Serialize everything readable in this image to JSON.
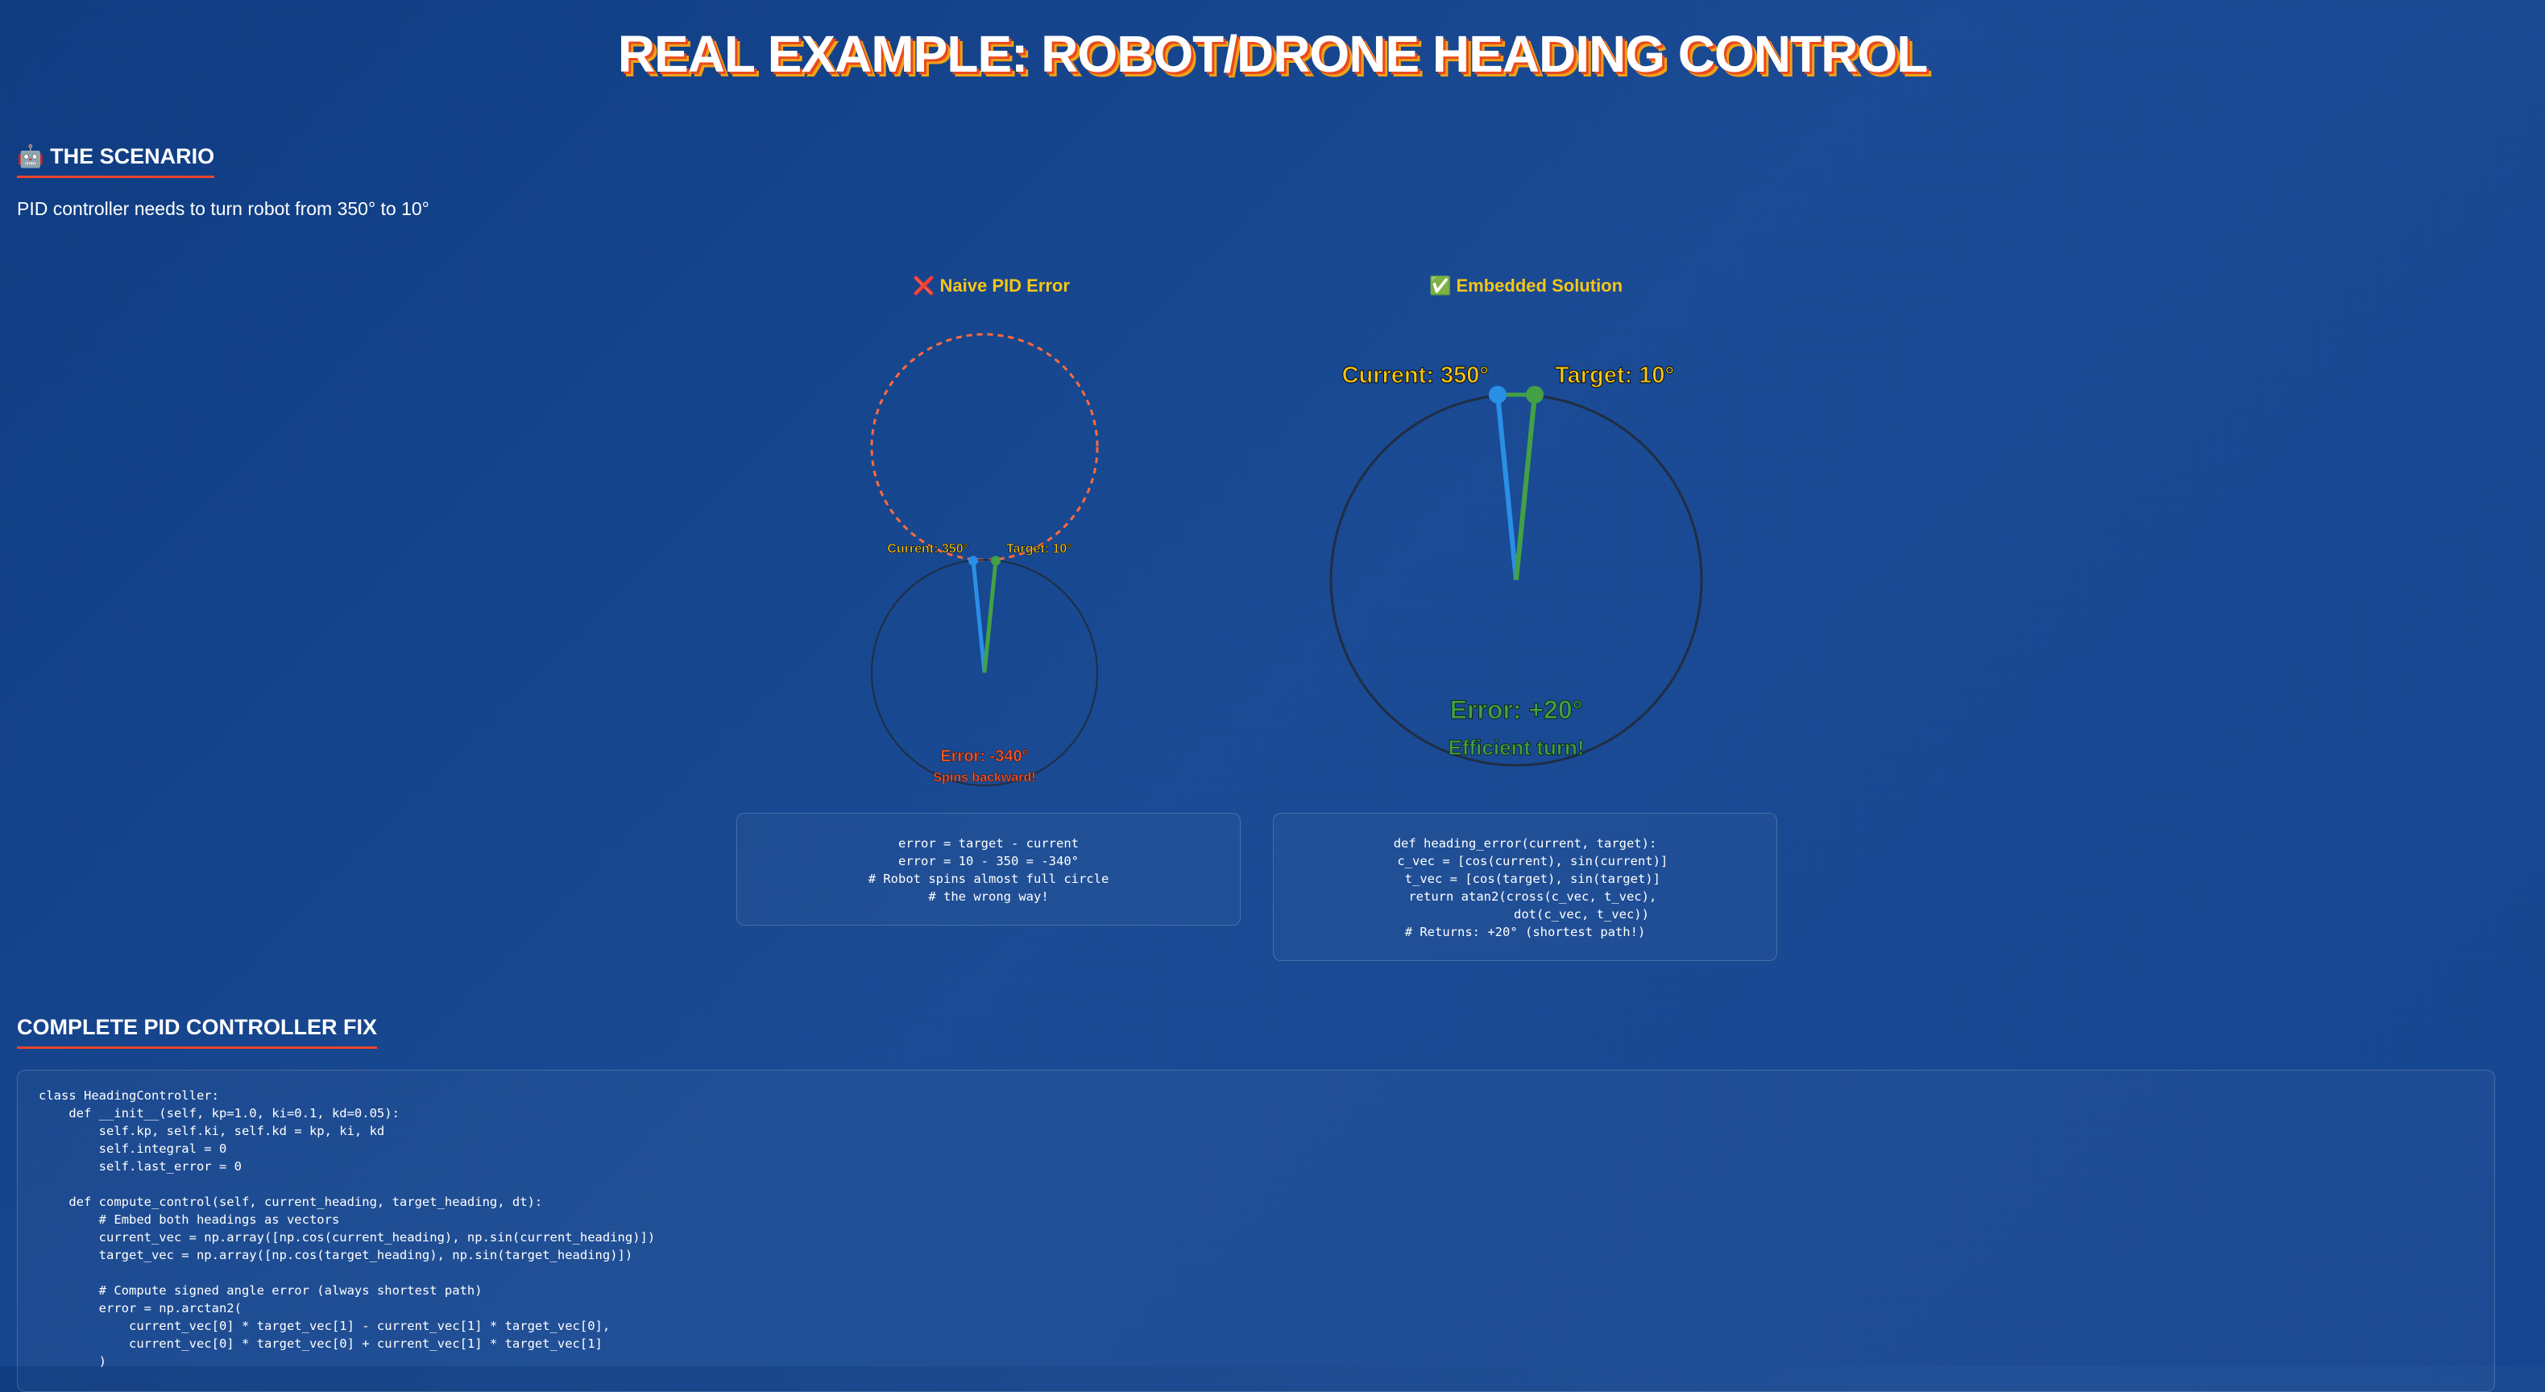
{
  "title": "REAL EXAMPLE: ROBOT/DRONE HEADING CONTROL",
  "scenario": {
    "heading": "🤖 THE SCENARIO",
    "text": "PID controller needs to turn robot from 350° to 10°"
  },
  "naive": {
    "label": "❌ Naive PID Error",
    "current_label": "Current: 350°",
    "target_label": "Target: 10°",
    "error_label": "Error: -340°",
    "note": "Spins backward!",
    "code": "error = target - current\nerror = 10 - 350 = -340°\n# Robot spins almost full circle\n# the wrong way!"
  },
  "embedded": {
    "label": "✅ Embedded Solution",
    "current_label": "Current: 350°",
    "target_label": "Target: 10°",
    "error_label": "Error: +20°",
    "note": "Efficient turn!",
    "code": "def heading_error(current, target):\n  c_vec = [cos(current), sin(current)]\n  t_vec = [cos(target), sin(target)]\n  return atan2(cross(c_vec, t_vec),\n               dot(c_vec, t_vec))\n# Returns: +20° (shortest path!)"
  },
  "fix": {
    "heading": "COMPLETE PID CONTROLLER FIX",
    "code": "class HeadingController:\n    def __init__(self, kp=1.0, ki=0.1, kd=0.05):\n        self.kp, self.ki, self.kd = kp, ki, kd\n        self.integral = 0\n        self.last_error = 0\n\n    def compute_control(self, current_heading, target_heading, dt):\n        # Embed both headings as vectors\n        current_vec = np.array([np.cos(current_heading), np.sin(current_heading)])\n        target_vec = np.array([np.cos(target_heading), np.sin(target_heading)])\n\n        # Compute signed angle error (always shortest path)\n        error = np.arctan2(\n            current_vec[0] * target_vec[1] - current_vec[1] * target_vec[0],\n            current_vec[0] * target_vec[0] + current_vec[1] * target_vec[1]\n        )"
  },
  "colors": {
    "current": "#2a8fe6",
    "target": "#43a047",
    "error_red": "#ff5a2a",
    "label_yellow": "#f5c518",
    "underline": "#e8452c"
  }
}
